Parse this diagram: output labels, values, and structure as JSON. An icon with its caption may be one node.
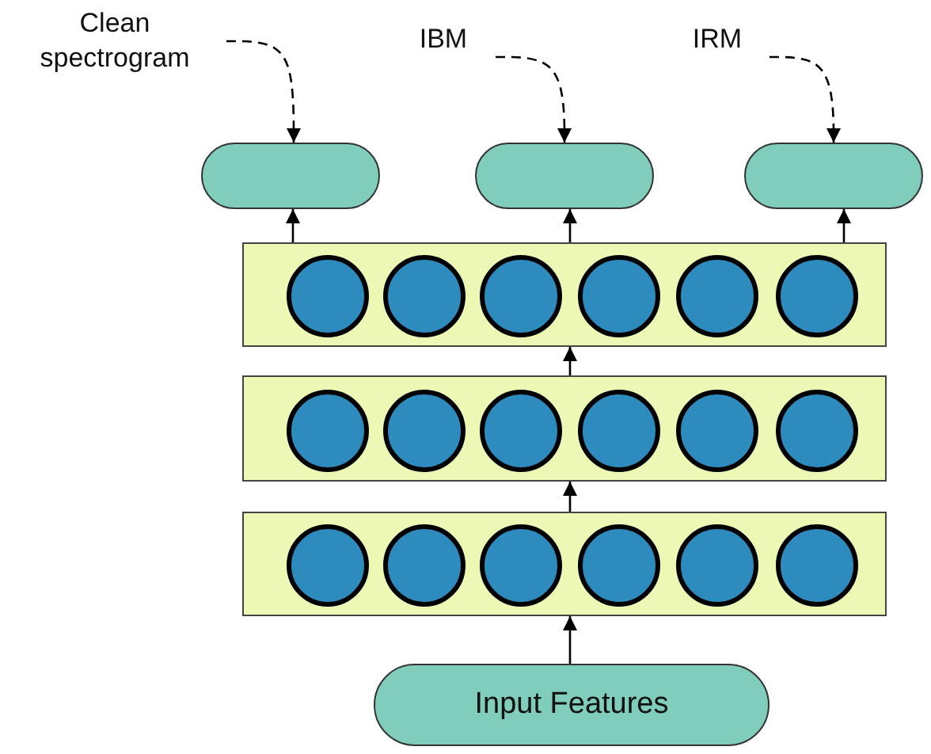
{
  "diagram": {
    "nodes": [
      {
        "text": [
          "Clean spectrogram"
        ]
      },
      {
        "text": [
          "IBM"
        ]
      },
      {
        "text": [
          "IRM"
        ]
      },
      {
        "text": [],
        "shape": "box"
      },
      {
        "text": [],
        "shape": "box"
      },
      {
        "text": [],
        "shape": "box"
      },
      {
        "text": [],
        "shape": "box"
      },
      {
        "text": [],
        "shape": "circle",
        "in": 6
      },
      {
        "text": [],
        "shape": "circle",
        "in": 6
      },
      {
        "text": [],
        "shape": "circle",
        "in": 6
      },
      {
        "text": [],
        "shape": "circle",
        "in": 6
      },
      {
        "text": [],
        "shape": "circle",
        "in": 6
      },
      {
        "text": [],
        "shape": "circle",
        "in": 6
      },
      {
        "text": [],
        "shape": "box"
      },
      {
        "text": [],
        "shape": "circle",
        "in": 13
      },
      {
        "text": [],
        "shape": "circle",
        "in": 13
      },
      {
        "text": [],
        "shape": "circle",
        "in": 13
      },
      {
        "text": [],
        "shape": "circle",
        "in": 13
      },
      {
        "text": [],
        "shape": "circle",
        "in": 13
      },
      {
        "text": [],
        "shape": "circle",
        "in": 13
      },
      {
        "text": [],
        "shape": "box"
      },
      {
        "text": [],
        "shape": "circle",
        "in": 20
      },
      {
        "text": [],
        "shape": "circle",
        "in": 20
      },
      {
        "text": [],
        "shape": "circle",
        "in": 20
      },
      {
        "text": [],
        "shape": "circle",
        "in": 20
      },
      {
        "text": [],
        "shape": "circle",
        "in": 20
      },
      {
        "text": [],
        "shape": "circle",
        "in": 20
      },
      {
        "text": [
          "Input Features"
        ]
      }
    ],
    "edges": [
      {
        "from": 0,
        "to": 3,
        "arrow": "to",
        "style": "dashed"
      },
      {
        "from": 1,
        "to": 4,
        "arrow": "to",
        "style": "dashed"
      },
      {
        "from": 2,
        "to": 5,
        "arrow": "to",
        "style": "dashed"
      },
      {
        "from": 6,
        "to": 3,
        "arrow": "to"
      },
      {
        "from": 6,
        "to": 4,
        "arrow": "to"
      },
      {
        "from": 6,
        "to": 5,
        "arrow": "to"
      },
      {
        "from": 13,
        "to": 6,
        "arrow": "to"
      },
      {
        "from": 20,
        "to": 13,
        "arrow": "to"
      },
      {
        "from": 27,
        "to": 20,
        "arrow": "to"
      }
    ]
  }
}
